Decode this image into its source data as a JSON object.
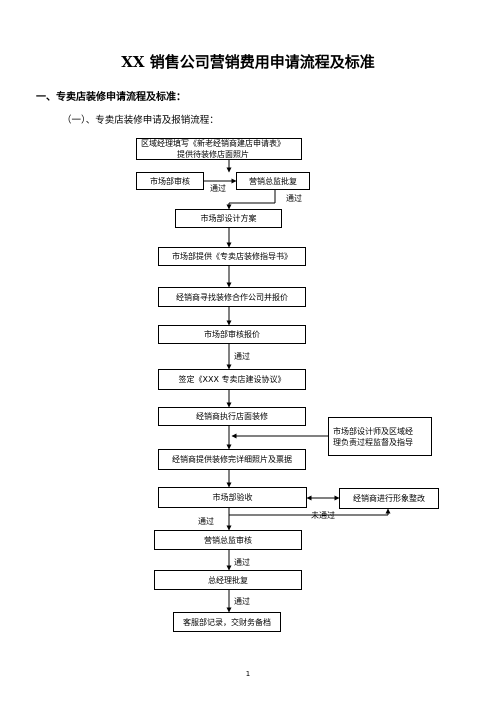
{
  "doc": {
    "title": "XX 销售公司营销费用申请流程及标准",
    "section1": "一、专卖店装修申请流程及标准：",
    "subsection1": "（一）、专卖店装修申请及报销流程："
  },
  "flow": {
    "step1_line1": "区域经理填写《新老经销商建店申请表》",
    "step1_line2": "提供待装修店面照片",
    "step2": "市场部审核",
    "step3": "营销总监批复",
    "step4": "市场部设计方案",
    "step5": "市场部提供《专卖店装修指导书》",
    "step6": "经销商寻找装修合作公司并报价",
    "step7": "市场部审核报价",
    "step8": "签定《XXX 专卖店建设协议》",
    "step9": "经销商执行店面装修",
    "side1_line1": "市场部设计师及区域经",
    "side1_line2": "理负责过程监督及指导",
    "step10": "经销商提供装修完详细照片及票据",
    "step11": "市场部验收",
    "side2": "经销商进行形象整改",
    "step12": "营销总监审核",
    "step13": "总经理批复",
    "step14": "客服部记录，交财务备档"
  },
  "labels": {
    "pass": "通过",
    "fail": "未通过"
  },
  "footer": {
    "page_number": "1"
  }
}
